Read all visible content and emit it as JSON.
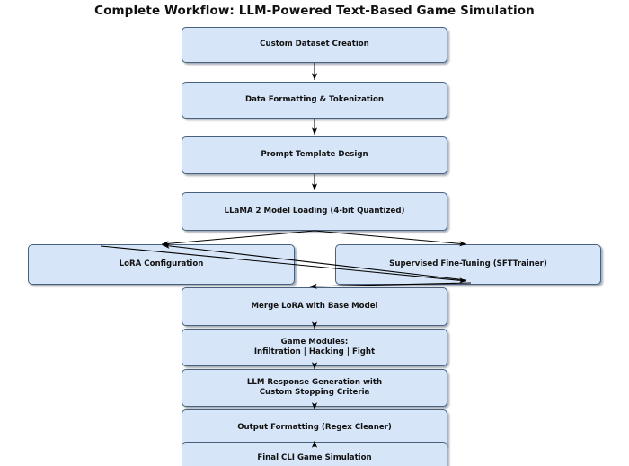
{
  "title": "Complete Workflow: LLM-Powered Text-Based Game Simulation",
  "colors": {
    "node_fill": "#d7e5f8",
    "node_border": "#49617f",
    "arrow": "#000000",
    "text": "#121212",
    "background": "#ffffff"
  },
  "nodes": [
    {
      "id": "dataset",
      "label": "Custom Dataset Creation"
    },
    {
      "id": "format",
      "label": "Data Formatting & Tokenization"
    },
    {
      "id": "prompt",
      "label": "Prompt Template Design"
    },
    {
      "id": "llama",
      "label": "LLaMA 2 Model Loading (4-bit Quantized)"
    },
    {
      "id": "lora",
      "label": "LoRA Configuration"
    },
    {
      "id": "sft",
      "label": "Supervised Fine-Tuning (SFTTrainer)"
    },
    {
      "id": "merge",
      "label": "Merge LoRA with Base Model"
    },
    {
      "id": "modules",
      "label": "Game Modules:\nInfiltration | Hacking | Fight"
    },
    {
      "id": "response",
      "label": "LLM Response Generation with\nCustom Stopping Criteria"
    },
    {
      "id": "output",
      "label": "Output Formatting (Regex Cleaner)"
    },
    {
      "id": "final",
      "label": "Final CLI Game Simulation"
    }
  ],
  "edges": [
    {
      "from": "dataset",
      "to": "format"
    },
    {
      "from": "format",
      "to": "prompt"
    },
    {
      "from": "prompt",
      "to": "llama"
    },
    {
      "from": "llama",
      "to": "lora"
    },
    {
      "from": "llama",
      "to": "sft"
    },
    {
      "from": "lora",
      "to": "sft"
    },
    {
      "from": "sft",
      "to": "lora"
    },
    {
      "from": "sft",
      "to": "merge"
    },
    {
      "from": "merge",
      "to": "modules"
    },
    {
      "from": "modules",
      "to": "response"
    },
    {
      "from": "response",
      "to": "output"
    },
    {
      "from": "output",
      "to": "final"
    }
  ]
}
